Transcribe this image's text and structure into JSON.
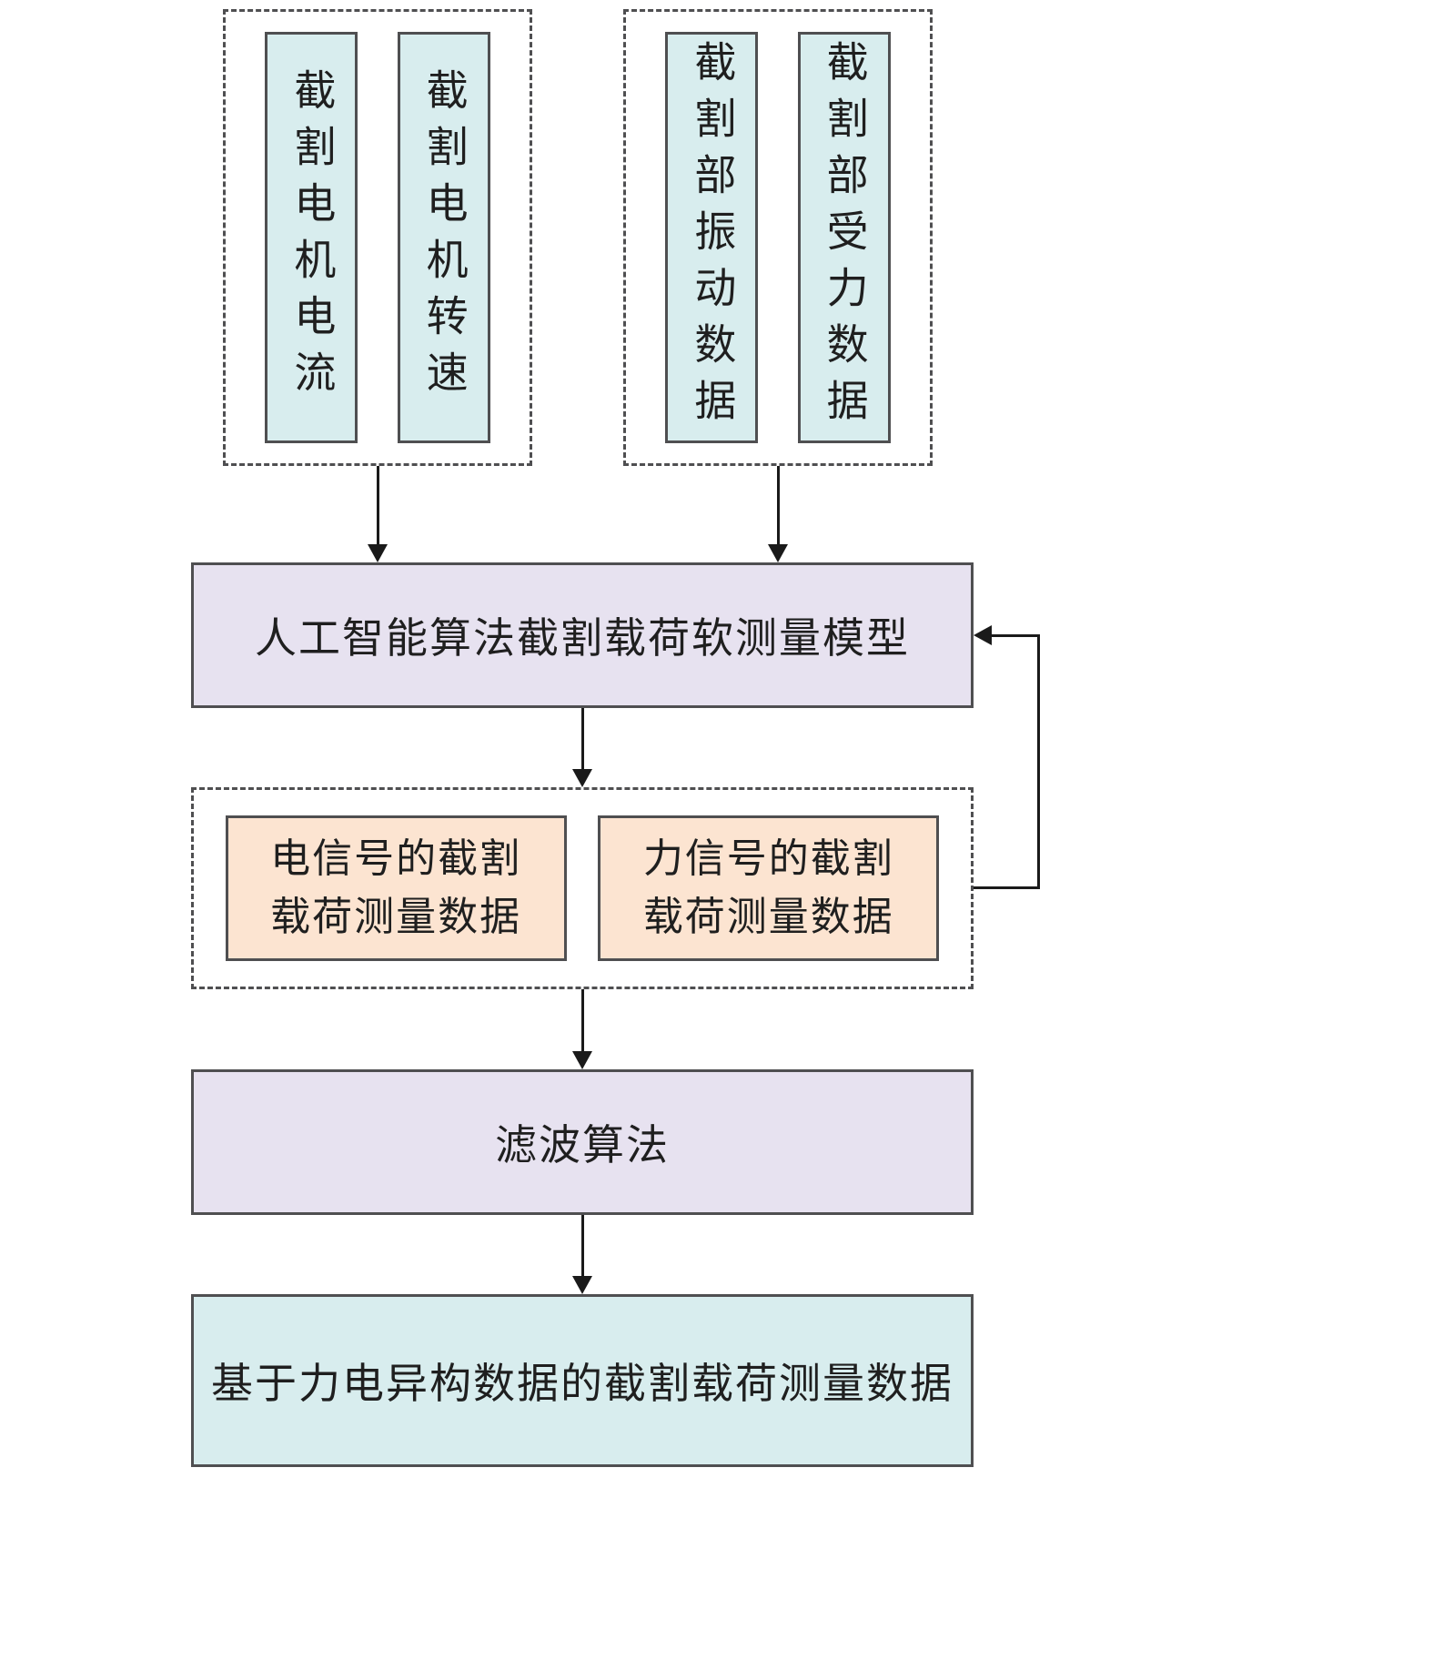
{
  "colors": {
    "teal": "#d8edee",
    "lavender": "#e7e2f0",
    "peach": "#fce4d1",
    "border": "#4f4f51",
    "line": "#1a1a1a",
    "text": "#1f1f1f",
    "background": "#ffffff"
  },
  "flowchart": {
    "input_groups": [
      {
        "name": "electrical-signal-inputs",
        "items": [
          {
            "label": "截割电机电流"
          },
          {
            "label": "截割电机转速"
          }
        ]
      },
      {
        "name": "force-signal-inputs",
        "items": [
          {
            "label": "截割部振动数据"
          },
          {
            "label": "截割部受力数据"
          }
        ]
      }
    ],
    "model": {
      "label": "人工智能算法截割载荷软测量模型"
    },
    "outputs": {
      "items": [
        {
          "label": "电信号的截割\n载荷测量数据"
        },
        {
          "label": "力信号的截割\n载荷测量数据"
        }
      ]
    },
    "filter": {
      "label": "滤波算法"
    },
    "result": {
      "label": "基于力电异构数据的截割载荷测量数据"
    }
  }
}
